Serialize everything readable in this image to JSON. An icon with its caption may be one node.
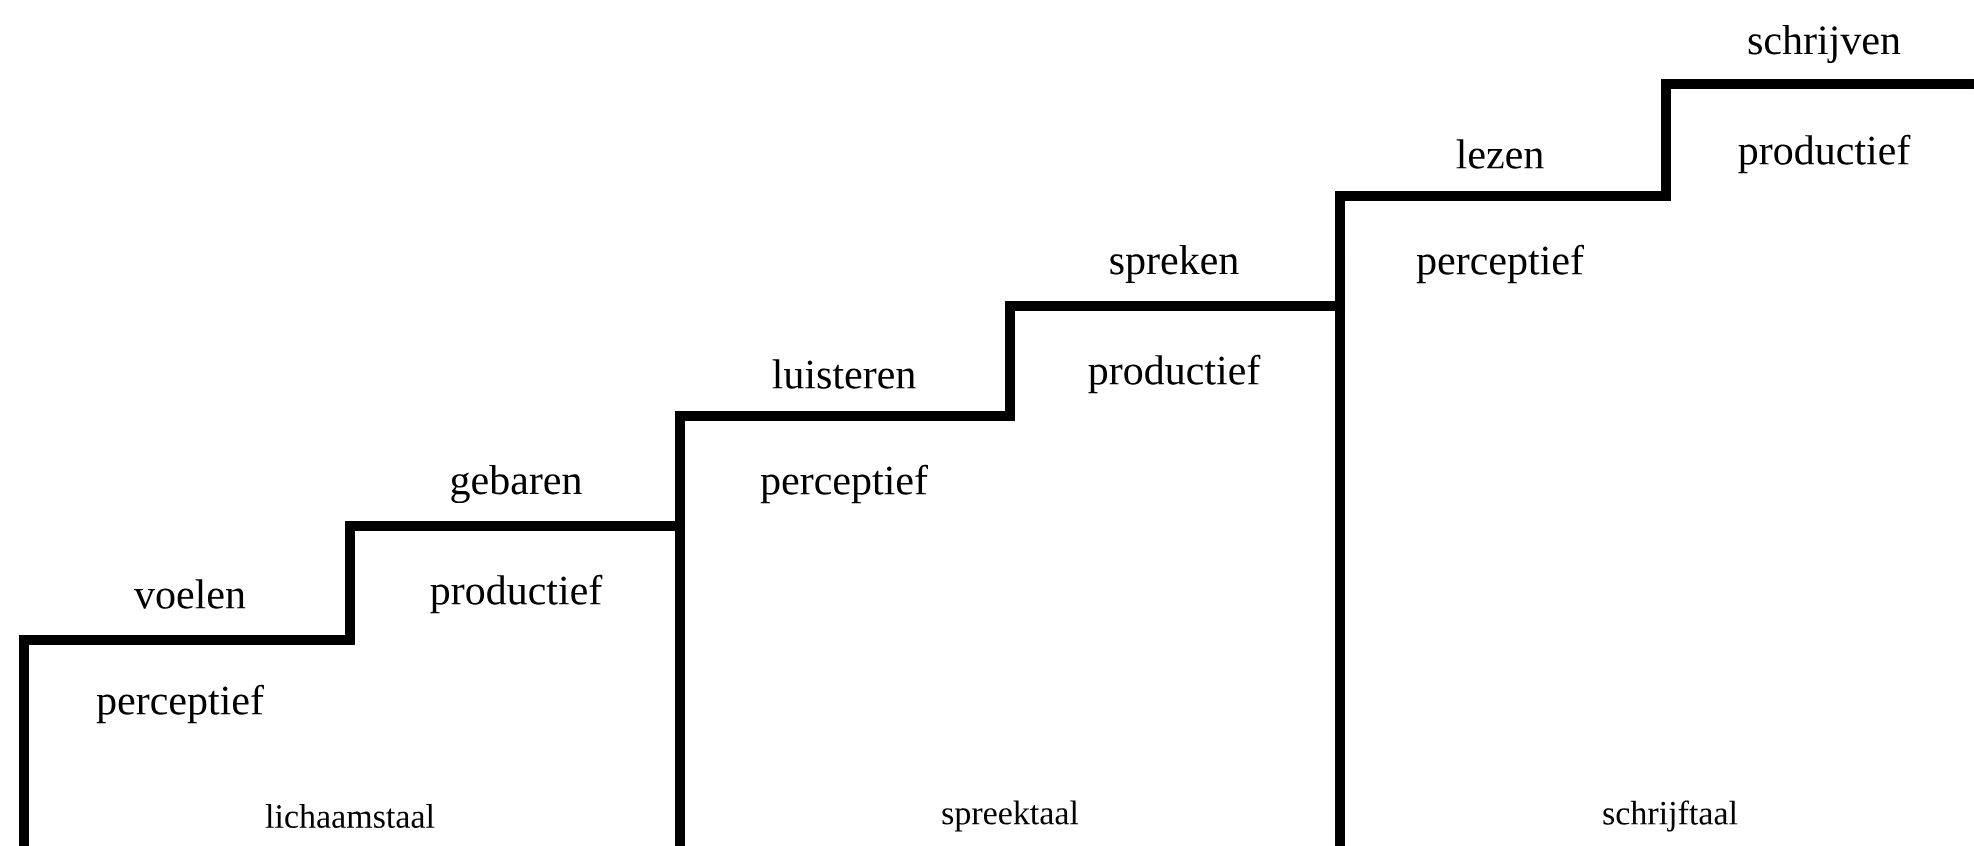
{
  "diagram": {
    "labels": [
      "voelen",
      "perceptief",
      "gebaren",
      "productief",
      "luisteren",
      "perceptief",
      "spreken",
      "productief",
      "lezen",
      "perceptief",
      "schrijven",
      "productief",
      "lichaamstaal",
      "spreektaal",
      "schrijftaal"
    ]
  }
}
